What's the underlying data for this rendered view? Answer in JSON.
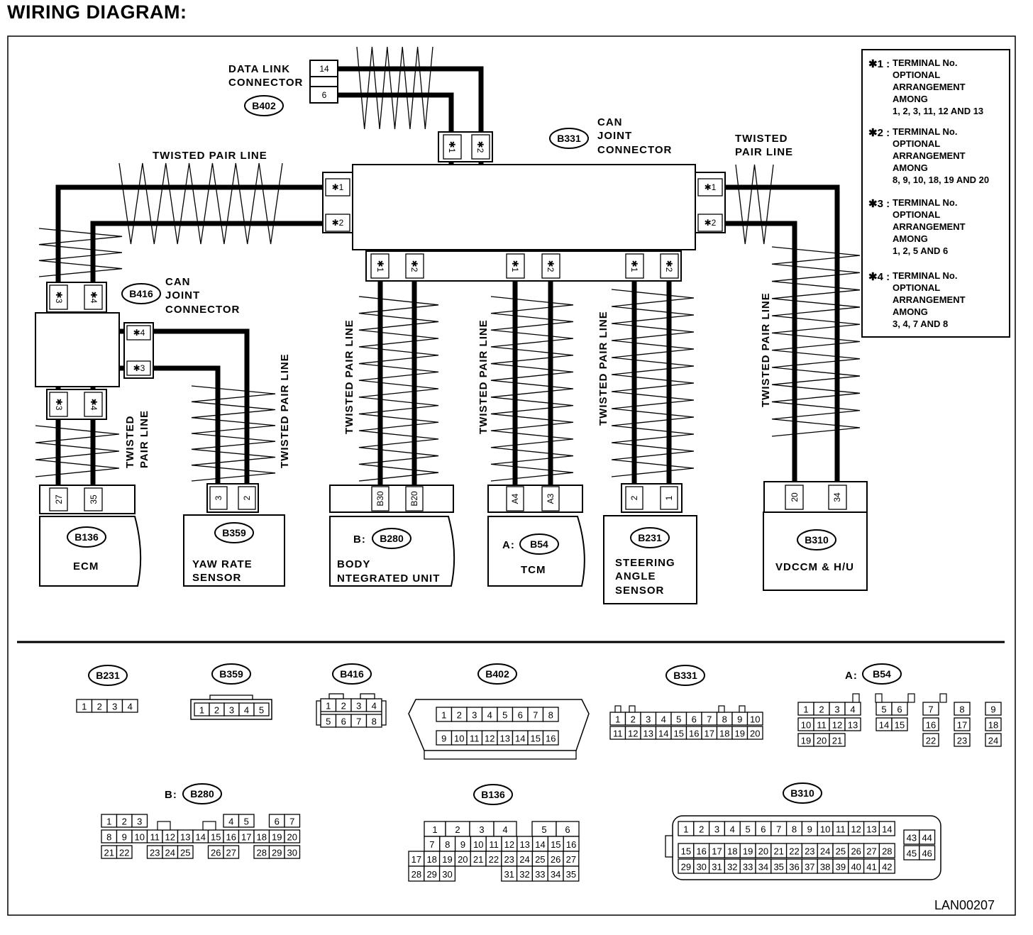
{
  "title": "WIRING DIAGRAM:",
  "doc_id": "LAN00207",
  "labels": {
    "twisted_pair_line": "TWISTED PAIR LINE",
    "twisted": "TWISTED",
    "pair_line": "PAIR LINE",
    "data_link_connector_1": "DATA LINK",
    "data_link_connector_2": "CONNECTOR",
    "can": "CAN",
    "joint": "JOINT",
    "connector": "CONNECTOR"
  },
  "connectors": {
    "b402": "B402",
    "b331": "B331",
    "b416": "B416",
    "b136": "B136",
    "b359": "B359",
    "b280": "B280",
    "b54": "B54",
    "b231": "B231",
    "b310": "B310",
    "prefix_a": "A:",
    "prefix_b": "B:"
  },
  "terminals": {
    "t14": "14",
    "t6": "6",
    "s1": "✱1",
    "s2": "✱2",
    "s3": "✱3",
    "s4": "✱4",
    "t27": "27",
    "t35": "35",
    "t3": "3",
    "t2": "2",
    "b30": "B30",
    "b20": "B20",
    "a4": "A4",
    "a3": "A3",
    "t1": "1",
    "t20": "20",
    "t34": "34"
  },
  "units": {
    "ecm": "ECM",
    "yaw_1": "YAW RATE",
    "yaw_2": "SENSOR",
    "body_1": "BODY",
    "body_2": "NTEGRATED UNIT",
    "tcm": "TCM",
    "steer_1": "STEERING",
    "steer_2": "ANGLE",
    "steer_3": "SENSOR",
    "vdc": "VDCCM & H/U"
  },
  "notes": [
    {
      "mark": "✱1 :",
      "lines": [
        "TERMINAL No.",
        "OPTIONAL",
        "ARRANGEMENT",
        "AMONG",
        "1, 2, 3, 11, 12 AND 13"
      ]
    },
    {
      "mark": "✱2 :",
      "lines": [
        "TERMINAL No.",
        "OPTIONAL",
        "ARRANGEMENT",
        "AMONG",
        "8, 9, 10, 18, 19 AND 20"
      ]
    },
    {
      "mark": "✱3 :",
      "lines": [
        "TERMINAL No.",
        "OPTIONAL",
        "ARRANGEMENT",
        "AMONG",
        "1, 2, 5 AND 6"
      ]
    },
    {
      "mark": "✱4 :",
      "lines": [
        "TERMINAL No.",
        "OPTIONAL",
        "ARRANGEMENT",
        "AMONG",
        "3, 4, 7 AND 8"
      ]
    }
  ]
}
